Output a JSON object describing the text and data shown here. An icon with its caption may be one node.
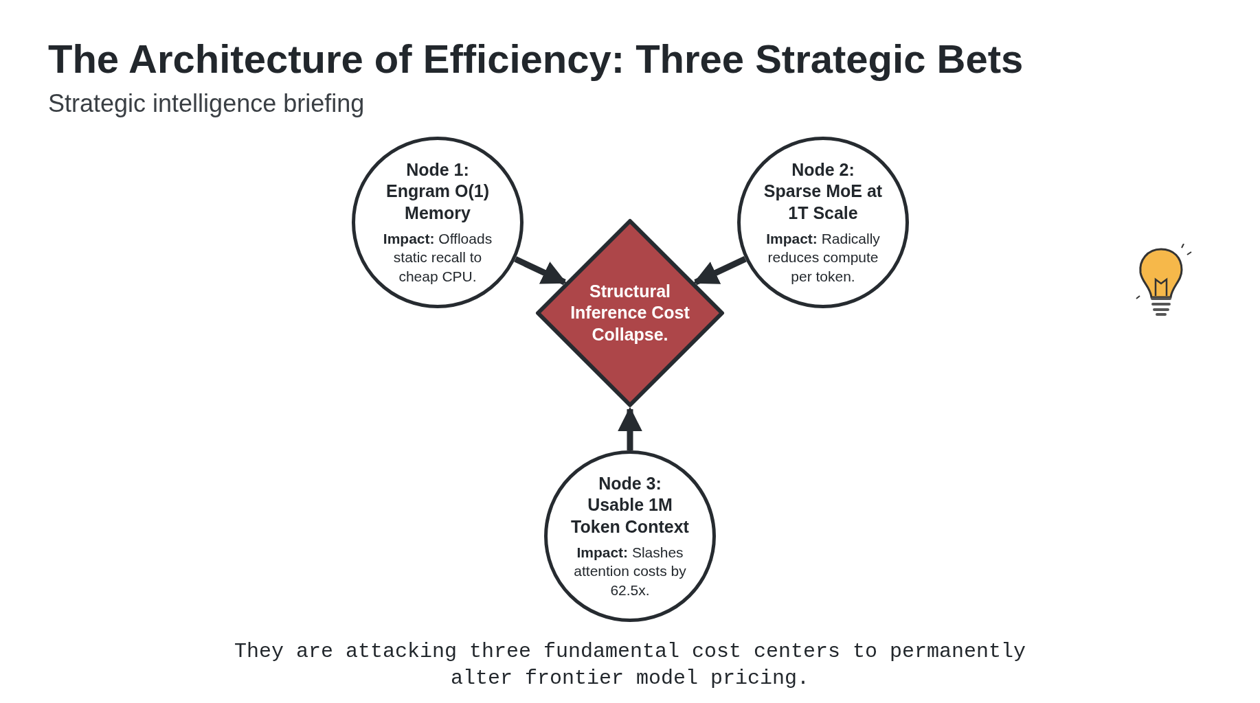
{
  "diagram": {
    "title": "The Architecture of Efficiency: Three Strategic Bets",
    "caption": "They are attacking three fundamental cost centers to permanently alter frontier model pricing.",
    "nodes": [
      {
        "text": [
          "Node 1: Engram O(1) Memory",
          "**Impact:** Offloads static recall to cheap CPU."
        ]
      },
      {
        "text": [
          "Node 2: Sparse MoE at 1T Scale",
          "**Impact:** Radically reduces compute per token."
        ]
      },
      {
        "text": [
          "Structural Inference Cost Collapse."
        ]
      },
      {
        "text": [
          "Node 3: Usable 1M Token Context",
          "**Impact:** Slashes attention costs by 62.5x."
        ]
      }
    ],
    "edges": [
      {
        "from": 0,
        "to": 2,
        "arrow": "to"
      },
      {
        "from": 1,
        "to": 2,
        "arrow": "to"
      },
      {
        "from": 3,
        "to": 2,
        "arrow": "to"
      }
    ],
    "labels": [
      "Strategic intelligence briefing"
    ]
  }
}
